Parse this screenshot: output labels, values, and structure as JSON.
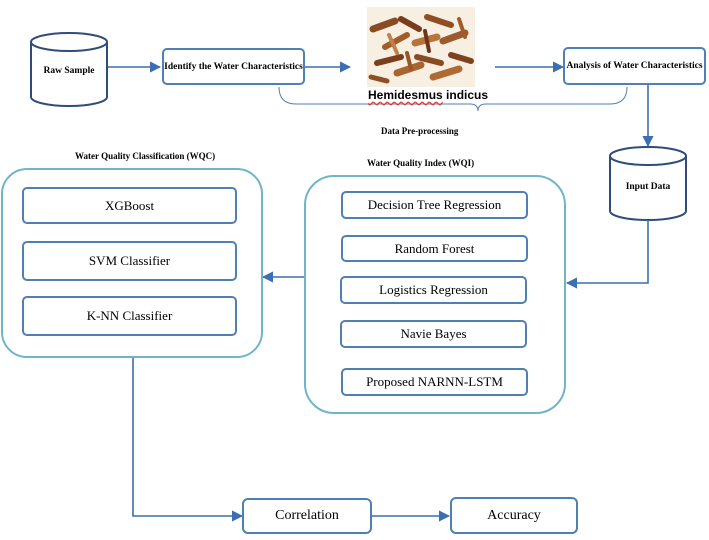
{
  "nodes": {
    "raw_sample": "Raw Sample",
    "identify": "Identify the Water Characteristics",
    "plant": {
      "genus": "Hemidesmus",
      "species": "indicus"
    },
    "analysis": "Analysis of Water Characteristics",
    "preprocessing": "Data Pre-processing",
    "input_data": "Input Data",
    "correlation": "Correlation",
    "accuracy": "Accuracy"
  },
  "wqi": {
    "title": "Water Quality Index (WQI)",
    "items": [
      "Decision Tree Regression",
      "Random Forest",
      "Logistics Regression",
      "Navie Bayes",
      "Proposed NARNN-LSTM"
    ]
  },
  "wqc": {
    "title": "Water Quality Classification (WQC)",
    "items": [
      "XGBoost",
      "SVM Classifier",
      "K-NN Classifier"
    ]
  },
  "colors": {
    "box_border": "#4f7fb4",
    "panel_border": "#6fb5c8",
    "arrow": "#3b6fb1"
  },
  "icons": {
    "photo": "hemidesmus-root-photo",
    "storage": "database-cylinder-icon"
  }
}
